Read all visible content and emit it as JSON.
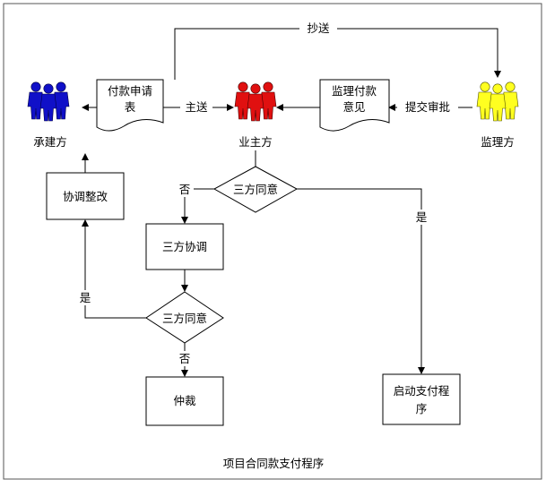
{
  "title": "项目合同款支付程序",
  "actors": {
    "contractor": {
      "label": "承建方",
      "color": "#1010c8"
    },
    "owner": {
      "label": "业主方",
      "color": "#e01010"
    },
    "supervisor": {
      "label": "监理方",
      "color": "#ffff20"
    }
  },
  "documents": {
    "payment_form": {
      "line1": "付款申请",
      "line2": "表"
    },
    "supervisor_opinion": {
      "line1": "监理付款",
      "line2": "意见"
    }
  },
  "boxes": {
    "coordinate_rectify": "协调整改",
    "tripartite_coordination": "三方协调",
    "arbitration": "仲裁",
    "start_payment": {
      "line1": "启动支付程",
      "line2": "序"
    }
  },
  "decisions": {
    "agree_1": "三方同意",
    "agree_2": "三方同意"
  },
  "edge_labels": {
    "cc": "抄送",
    "submit": "主送",
    "submit_approval": "提交审批",
    "no_1": "否",
    "yes_1": "是",
    "yes_2": "是",
    "no_2": "否"
  }
}
